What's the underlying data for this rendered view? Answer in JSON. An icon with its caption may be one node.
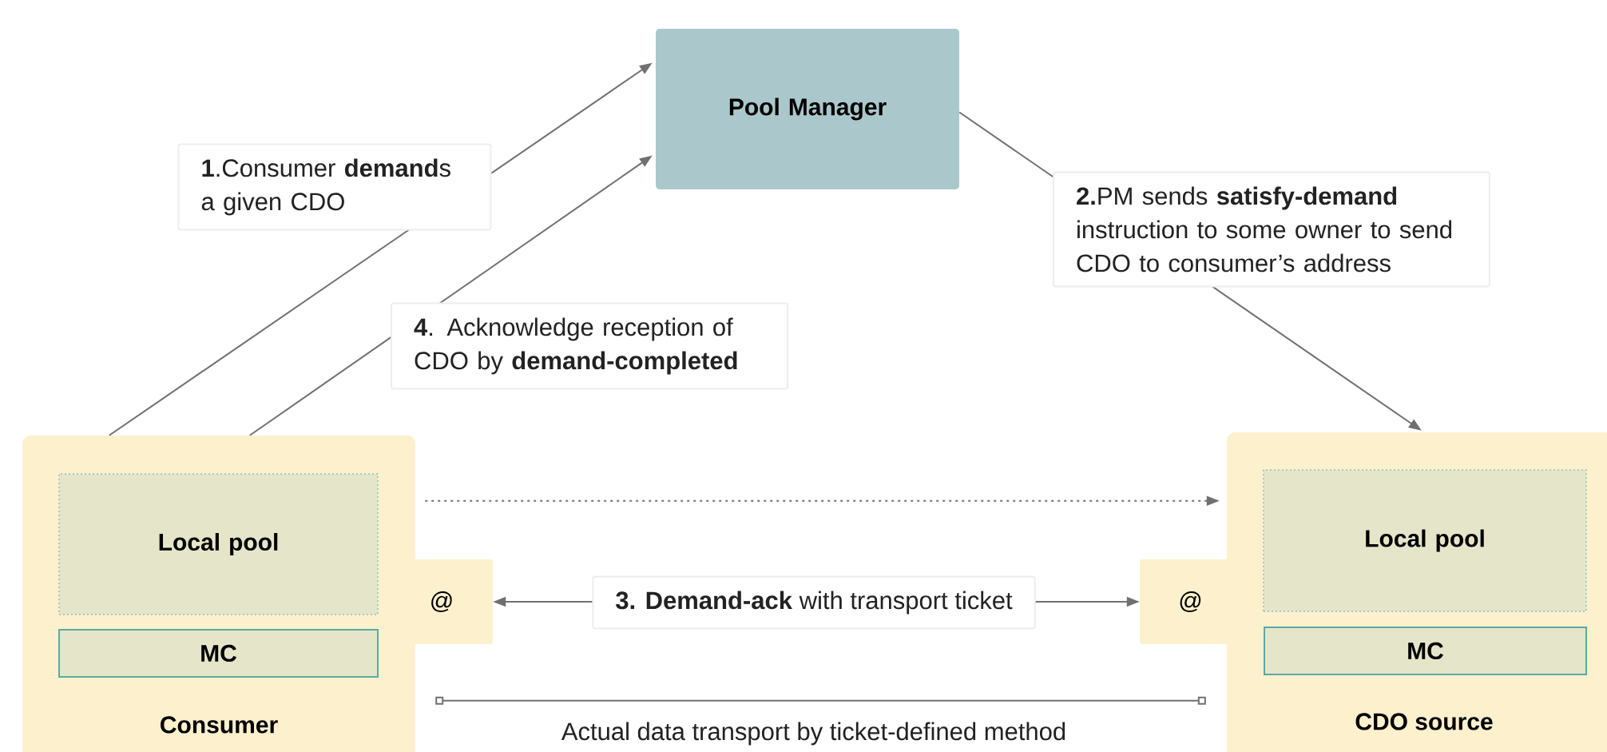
{
  "diagram": {
    "nodes": [
      {
        "text": [
          "Pool Manager"
        ]
      },
      {
        "text": [
          "Consumer"
        ]
      },
      {
        "text": [
          "Local pool"
        ],
        "in": 1
      },
      {
        "text": [
          "MC"
        ],
        "in": 1
      },
      {
        "text": [
          "@"
        ]
      },
      {
        "text": [
          "CDO source"
        ]
      },
      {
        "text": [
          "Local pool"
        ],
        "in": 5
      },
      {
        "text": [
          "MC"
        ],
        "in": 5
      },
      {
        "text": [
          "@"
        ]
      }
    ],
    "edges": [
      {
        "from": 1,
        "to": 0,
        "arrow": "to",
        "label": "**1**.Consumer **demand**s a given CDO"
      },
      {
        "from": 0,
        "to": 5,
        "arrow": "to",
        "label": "**2.**PM sends **satisfy-demand** instruction to some owner to send CDO to consumer’s address"
      },
      {
        "from": 1,
        "to": 0,
        "arrow": "to",
        "label": "**4**. Acknowledge reception of CDO by **demand-completed**"
      },
      {
        "from": 1,
        "to": 5,
        "arrow": "to",
        "style": "dashed"
      },
      {
        "from": 4,
        "to": 8,
        "arrow": "both",
        "label": "**3. Demand-ack** with transport ticket"
      },
      {
        "from": 1,
        "to": 5,
        "arrow": "other",
        "label": "Actual data transport by ticket-defined method"
      }
    ]
  }
}
